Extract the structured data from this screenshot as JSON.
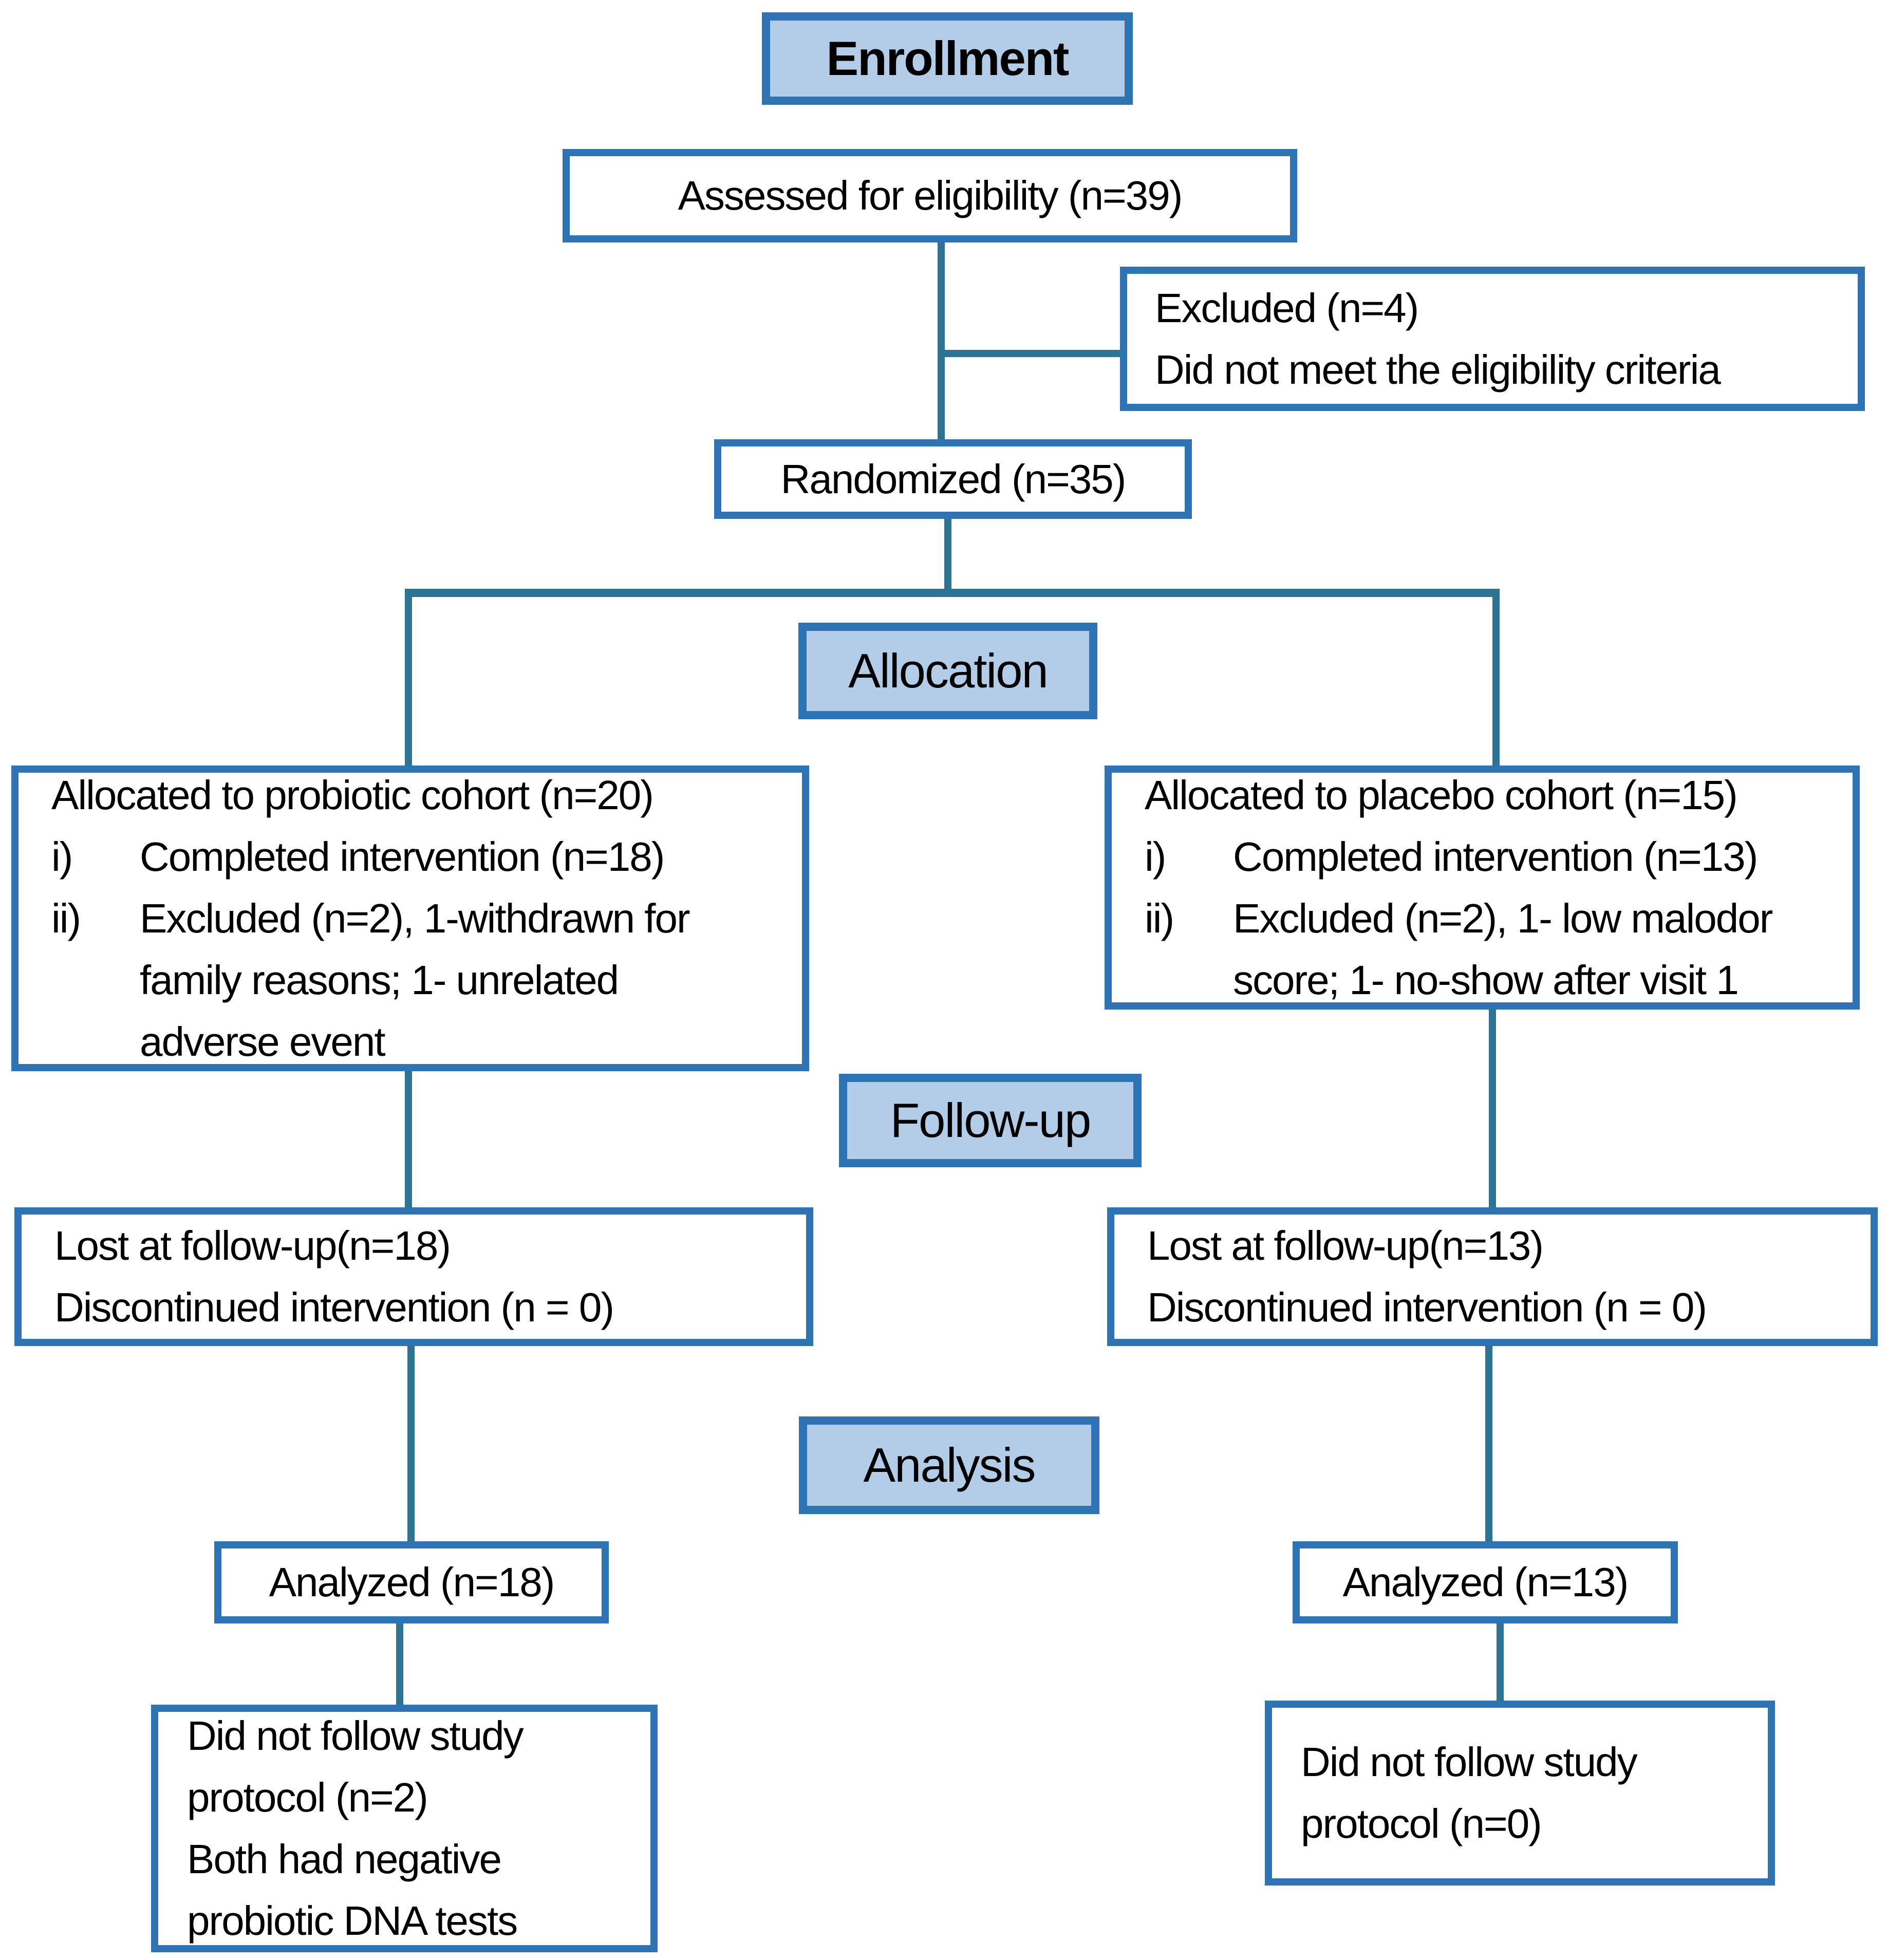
{
  "colors": {
    "header_fill": "#b3cde8",
    "border_blue": "#2e74b5",
    "line_teal": "#2d7493",
    "text": "#000000"
  },
  "stages": {
    "enrollment_label": "Enrollment",
    "allocation_label": "Allocation",
    "followup_label": "Follow-up",
    "analysis_label": "Analysis"
  },
  "boxes": {
    "assessed": "Assessed for eligibility (n=39)",
    "excluded": {
      "line1": "Excluded (n=4)",
      "line2": "Did not meet the eligibility criteria"
    },
    "randomized": "Randomized (n=35)",
    "alloc_left": {
      "title": "Allocated to probiotic cohort (n=20)",
      "i_marker": "i)",
      "i_text": "Completed intervention (n=18)",
      "ii_marker": "ii)",
      "ii_lines": [
        "Excluded (n=2), 1-withdrawn for",
        "family reasons; 1- unrelated",
        "adverse event"
      ]
    },
    "alloc_right": {
      "title": "Allocated to placebo cohort (n=15)",
      "i_marker": "i)",
      "i_text": "Completed intervention (n=13)",
      "ii_marker": "ii)",
      "ii_lines": [
        "Excluded (n=2), 1- low malodor",
        "score; 1- no-show after visit 1"
      ]
    },
    "fu_left": {
      "line1": "Lost at follow-up(n=18)",
      "line2": "Discontinued intervention (n = 0)"
    },
    "fu_right": {
      "line1": "Lost at follow-up(n=13)",
      "line2": "Discontinued intervention (n = 0)"
    },
    "analyzed_left": "Analyzed (n=18)",
    "analyzed_right": "Analyzed (n=13)",
    "protocol_left": {
      "lines": [
        "Did not follow study",
        "protocol (n=2)",
        "Both had negative",
        "probiotic DNA tests"
      ]
    },
    "protocol_right": {
      "lines": [
        "Did not follow study",
        "protocol (n=0)"
      ]
    }
  }
}
